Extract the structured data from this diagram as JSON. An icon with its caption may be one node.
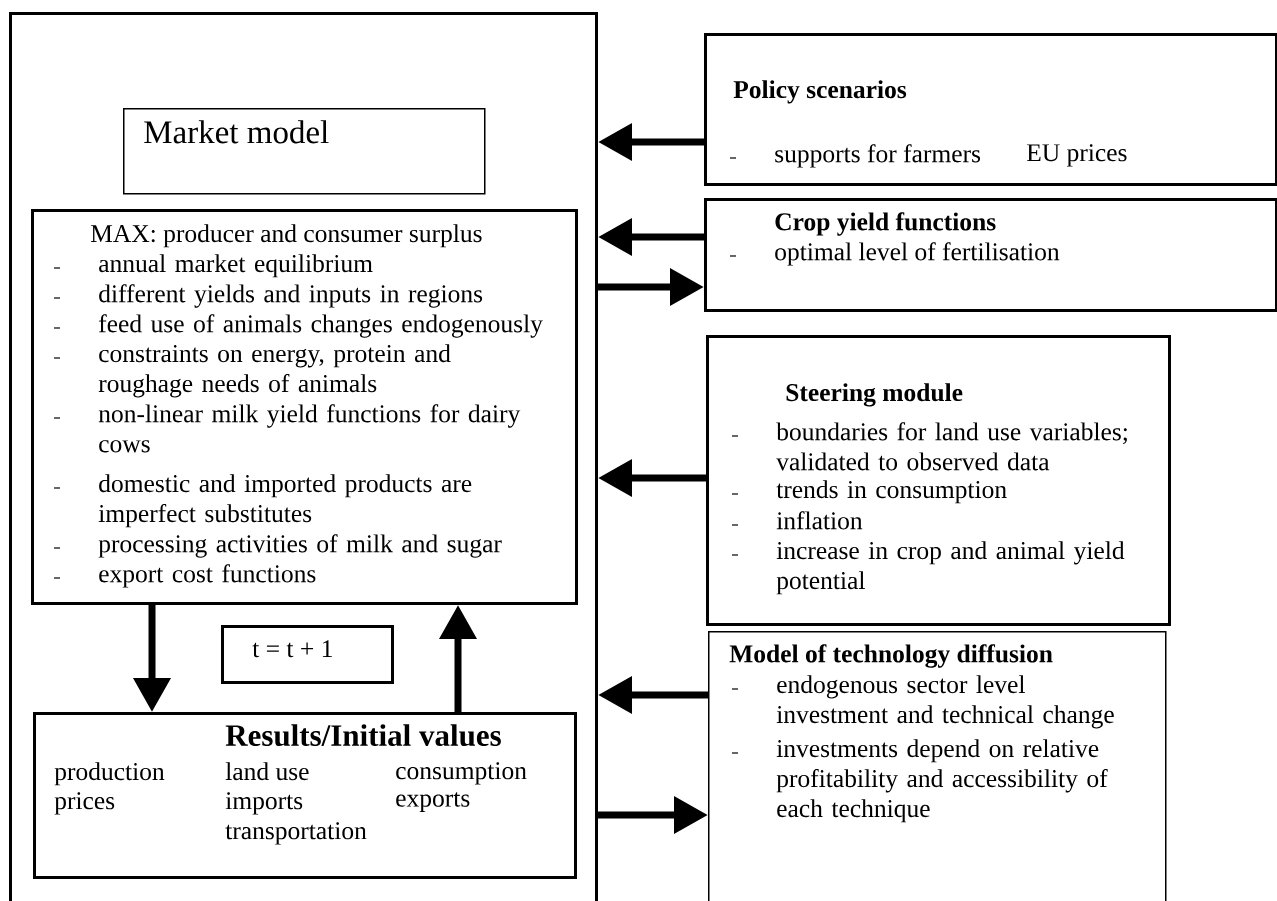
{
  "diagram": {
    "nodes": [
      {
        "text": [],
        "shape": "box"
      },
      {
        "text": [
          "Market model"
        ],
        "in": 0
      },
      {
        "text": [
          "MAX: producer and consumer surplus",
          "annual market equilibrium",
          "different yields and inputs in regions",
          "feed use of animals changes endogenously",
          "constraints on energy, protein and roughage needs of animals",
          "non-linear milk yield functions for dairy cows",
          "domestic and imported products are imperfect substitutes",
          "processing activities of milk and sugar",
          "export cost functions"
        ],
        "in": 0
      },
      {
        "text": [
          "t = t + 1"
        ],
        "in": 0
      },
      {
        "text": [
          "Results/Initial values",
          "production",
          "land use",
          "consumption",
          "prices",
          "imports",
          "exports",
          "transportation"
        ],
        "in": 0
      },
      {
        "text": [
          "Policy scenarios",
          "supports for farmers",
          "EU prices"
        ]
      },
      {
        "text": [
          "Crop yield functions",
          "optimal level of fertilisation"
        ]
      },
      {
        "text": [
          "Steering module",
          "boundaries for land use variables; validated to observed data",
          "trends in consumption",
          "inflation",
          "increase in crop and animal yield potential"
        ]
      },
      {
        "text": [
          "Model of technology diffusion",
          "endogenous sector level investment and technical change",
          "investments depend on relative profitability and accessibility of each technique"
        ]
      }
    ],
    "edges": [
      {
        "from": 5,
        "to": 0,
        "arrow": "to"
      },
      {
        "from": 6,
        "to": 0,
        "arrow": "to"
      },
      {
        "from": 0,
        "to": 6,
        "arrow": "to"
      },
      {
        "from": 7,
        "to": 0,
        "arrow": "to"
      },
      {
        "from": 8,
        "to": 0,
        "arrow": "to"
      },
      {
        "from": 0,
        "to": 8,
        "arrow": "to"
      },
      {
        "from": 2,
        "to": 4,
        "arrow": "to"
      },
      {
        "from": 4,
        "to": 2,
        "arrow": "to"
      }
    ]
  }
}
